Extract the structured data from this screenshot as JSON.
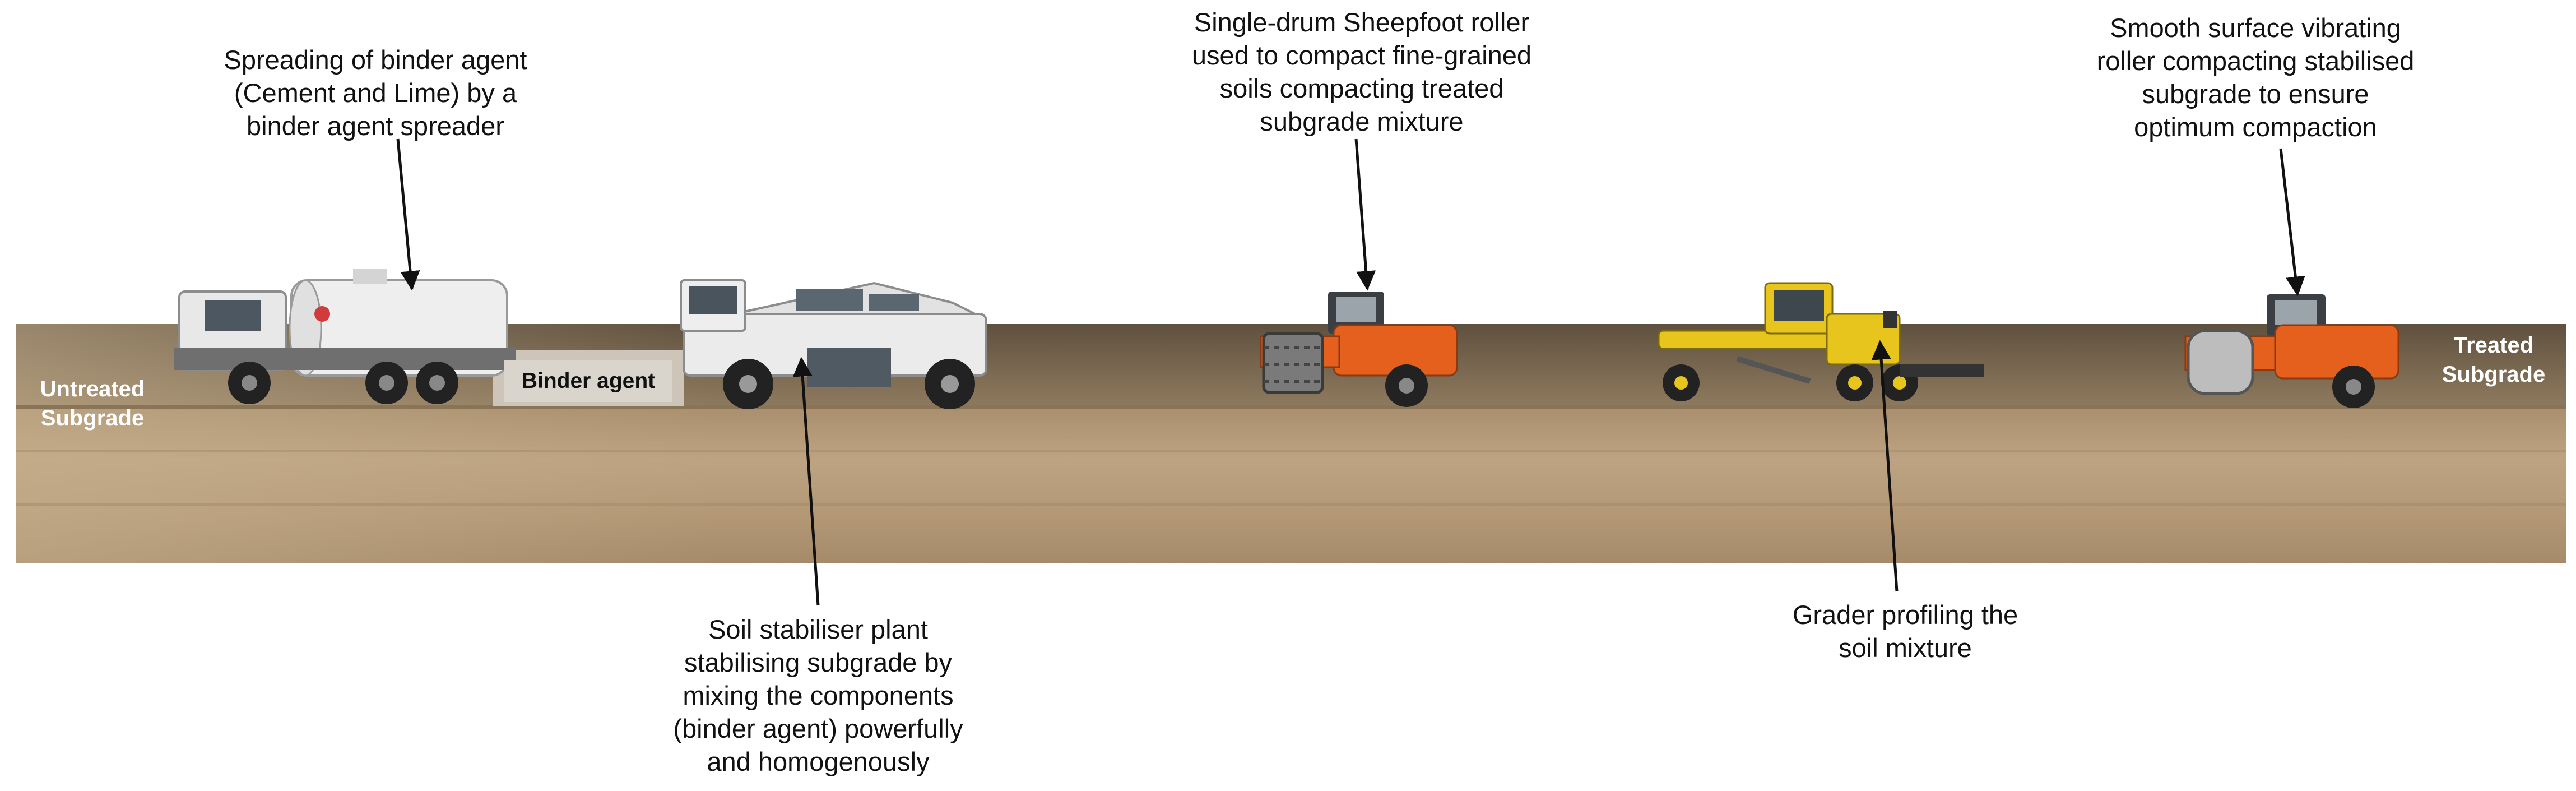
{
  "callouts": {
    "spreader": {
      "lines": [
        "Spreading of binder agent",
        "(Cement and Lime) by a",
        "binder agent spreader"
      ]
    },
    "stabiliser": {
      "lines": [
        "Soil stabiliser plant",
        "stabilising subgrade by",
        "mixing the components",
        "(binder agent) powerfully",
        "and homogenously"
      ]
    },
    "sheepfoot": {
      "lines": [
        "Single-drum Sheepfoot roller",
        "used to compact fine-grained",
        "soils compacting treated",
        "subgrade mixture"
      ]
    },
    "grader": {
      "lines": [
        "Grader profiling the",
        "soil mixture"
      ]
    },
    "smooth_roller": {
      "lines": [
        "Smooth surface vibrating",
        "roller compacting stabilised",
        "subgrade to ensure",
        "optimum compaction"
      ]
    }
  },
  "labels": {
    "untreated": [
      "Untreated",
      "Subgrade"
    ],
    "treated": [
      "Treated",
      "Subgrade"
    ],
    "binder_agent": "Binder agent"
  },
  "colors": {
    "soil_surface": "#6e5e48",
    "soil_body": "#b49a78",
    "roller_orange": "#e4601c",
    "grader_yellow": "#e7c51c",
    "tanker_white": "#eeeeee"
  }
}
